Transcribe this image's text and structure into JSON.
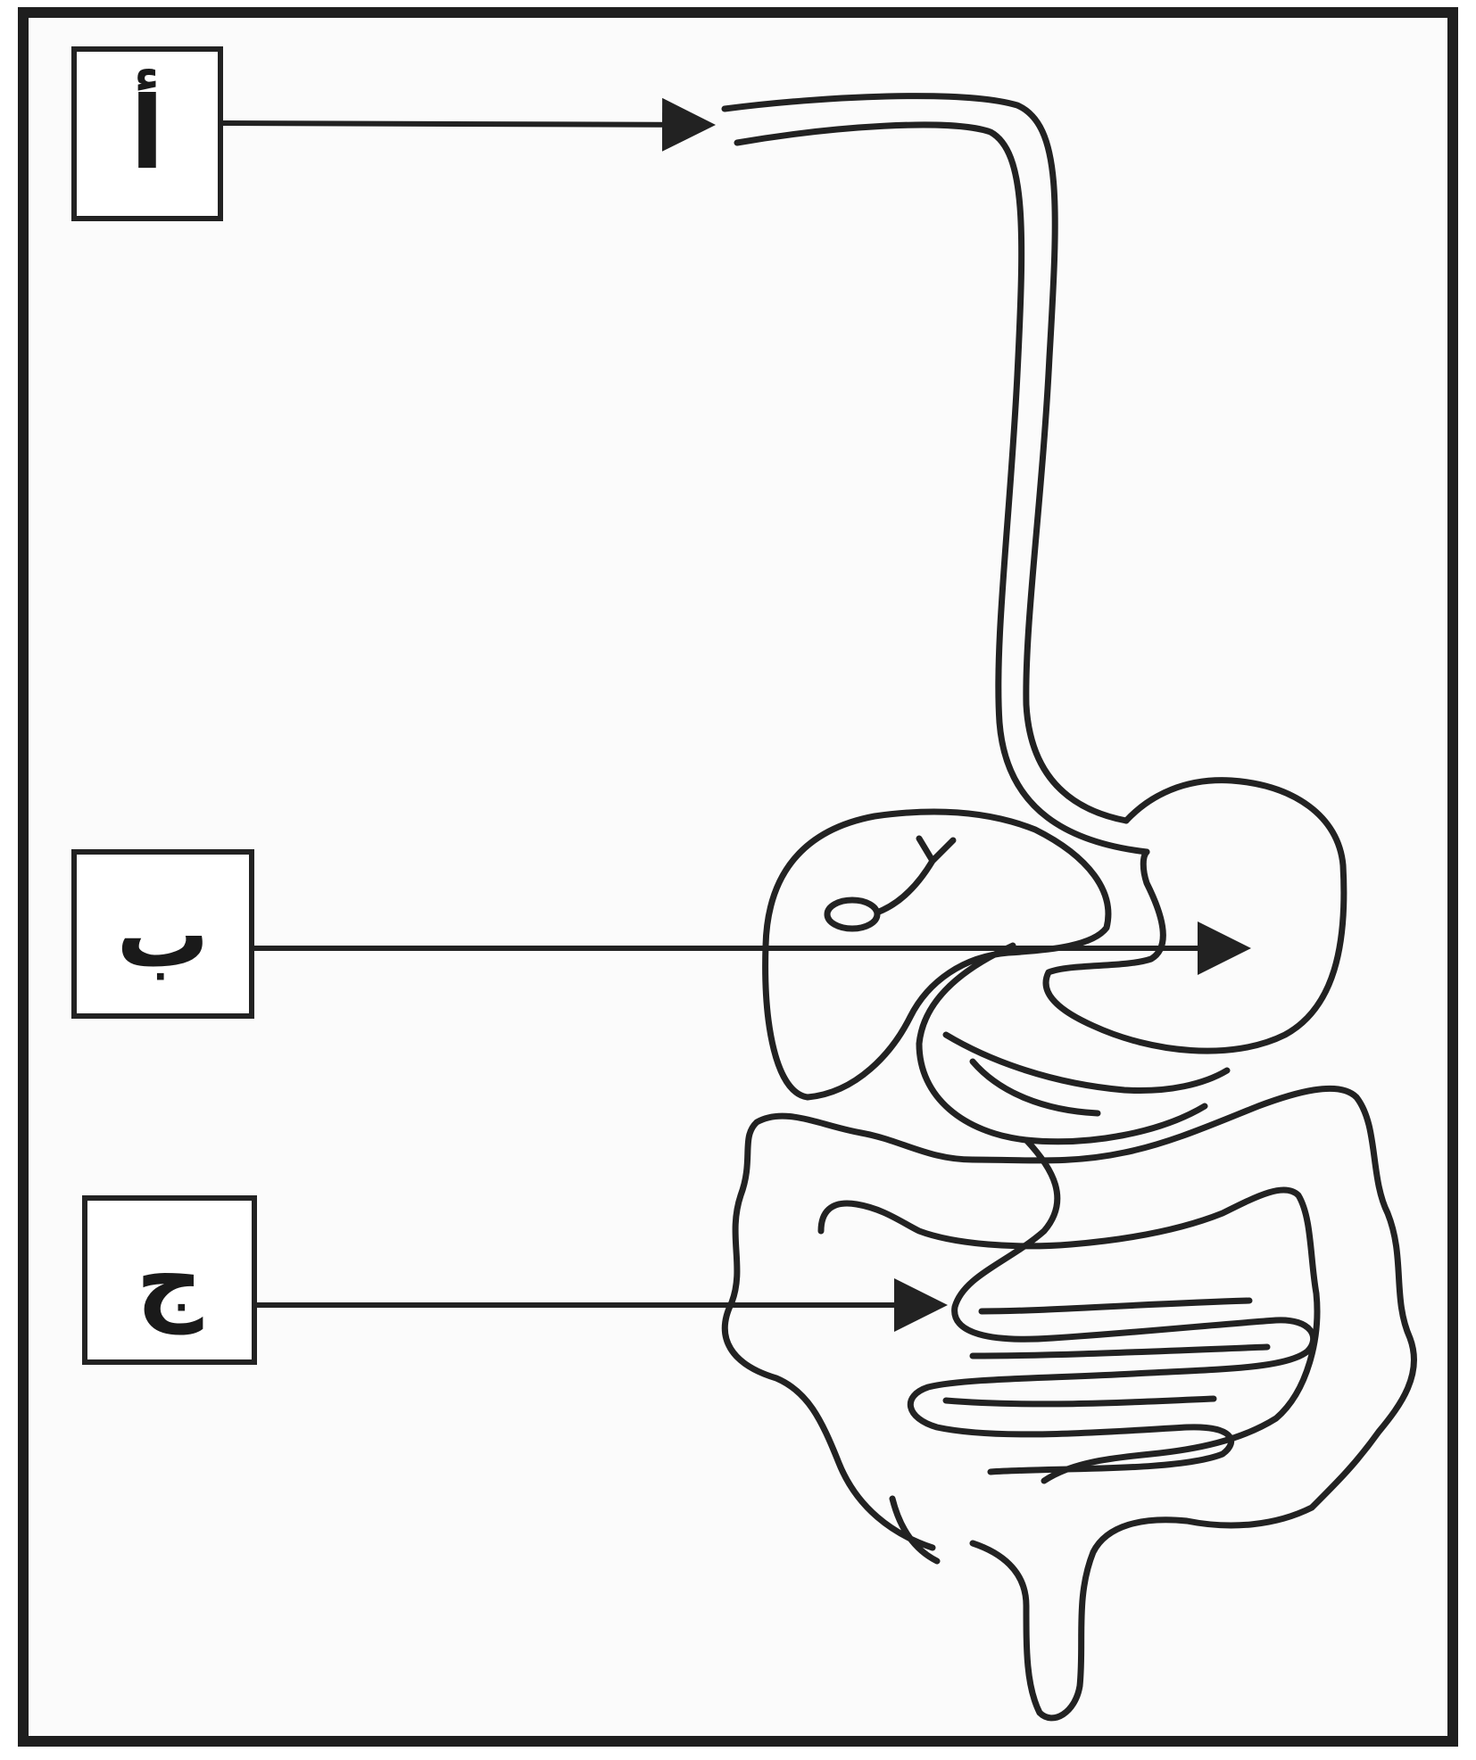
{
  "labels": {
    "a": "أ",
    "b": "ب",
    "c": "ج"
  },
  "colors": {
    "ink": "#222222",
    "paper": "#fbfbfb"
  }
}
